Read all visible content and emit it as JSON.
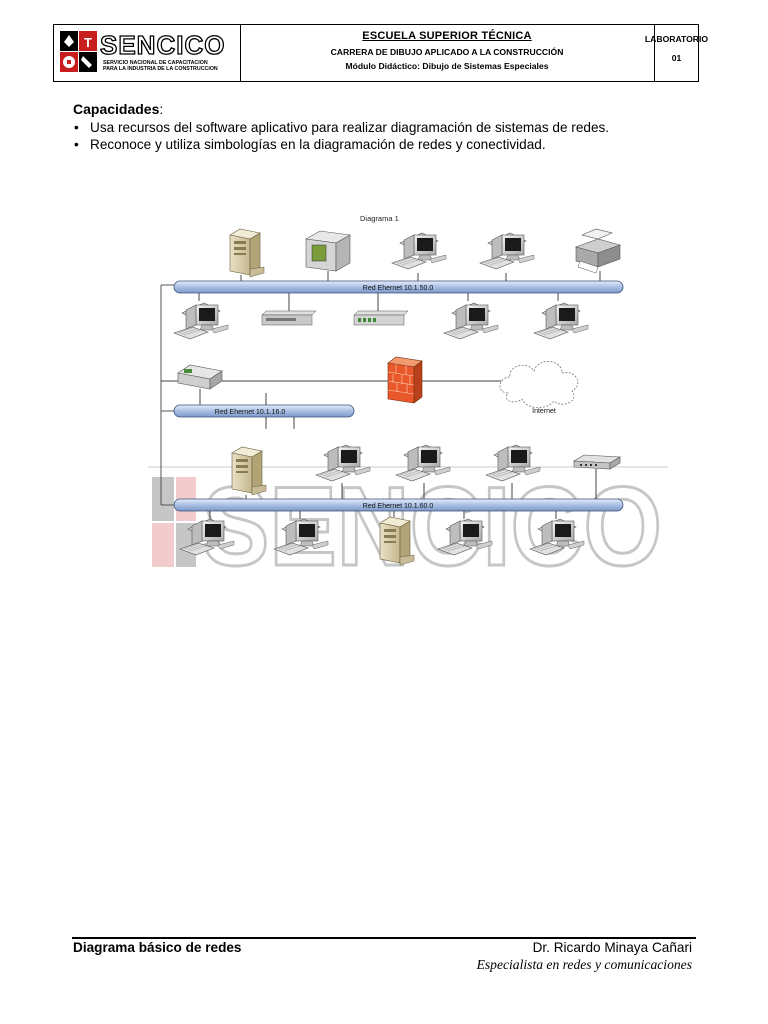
{
  "header": {
    "logo_text": "SENCICO",
    "logo_subtitle_1": "SERVICIO NACIONAL DE CAPACITACION",
    "logo_subtitle_2": "PARA LA INDUSTRIA DE LA CONSTRUCCION",
    "school": "ESCUELA SUPERIOR TÉCNICA",
    "career": "CARRERA DE DIBUJO APLICADO A LA CONSTRUCCIÓN",
    "module": "Módulo Didáctico: Dibujo de Sistemas Especiales",
    "lab_label": "LABORATORIO",
    "lab_number": "01"
  },
  "capacidades": {
    "title": "Capacidades",
    "colon": ":",
    "items": [
      "Usa recursos  del software aplicativo para  realizar diagramación de sistemas de redes.",
      "Reconoce y utiliza simbologías en la diagramación de redes y conectividad."
    ]
  },
  "diagram": {
    "title": "Diagrama 1",
    "bus_top": "Red Ehernet 10.1.50.0",
    "bus_mid": "Red Ehernet 10.1.16.0",
    "bus_bottom": "Red Ehernet 10.1.60.0",
    "cloud": "Internet",
    "watermark": "SENCICO"
  },
  "footer": {
    "left": "Diagrama básico de redes",
    "author": "Dr. Ricardo Minaya Cañari",
    "role": "Especialista en redes y comunicaciones"
  },
  "colors": {
    "bus": "#b4c7e7",
    "firewall": "#e8582a",
    "logo_red": "#c81e1e"
  }
}
